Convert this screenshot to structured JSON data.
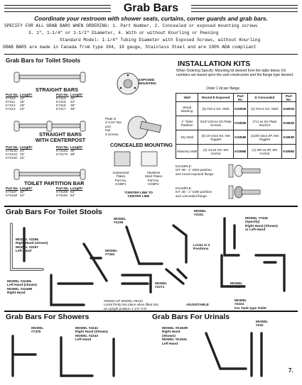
{
  "page": {
    "title": "Grab Bars",
    "subtitle": "Coordinate your restroom with shower seats, curtains, corner guards and grab bars.",
    "page_number": "7."
  },
  "spec": {
    "line1": "SPECIFY FOR ALL GRAB BARS WHEN ORDERING:  1. Part Number, 2. Concealed or exposed mounting screws",
    "line2": "3. 1\", 1-1/4\" or 1-1/2\" Diameter, 4. With or without Knurling or Peening",
    "line3": "Standard Model:  1-1/4\" Tubing Diameter with Exposed Screws, without Knurling",
    "line4": "GRAB BARS are made in Canada from type 304, 18 gauge, Stainless Steel and are 100% ADA  compliant"
  },
  "toilet_stools": {
    "heading": "Grab Bars for Toilet Stools",
    "straight": {
      "heading": "STRAIGHT BARS",
      "col_part": "Part No.",
      "col_length": "Length*",
      "left": [
        [
          "K7410",
          "12\""
        ],
        [
          "K7411",
          "16\""
        ],
        [
          "K7412",
          "18\""
        ],
        [
          "K7413",
          "24\""
        ]
      ],
      "right": [
        [
          "K7414",
          "32\""
        ],
        [
          "K7415",
          "42\""
        ],
        [
          "K7416",
          "36\""
        ],
        [
          "K7417",
          "48\""
        ]
      ]
    },
    "centerpost": {
      "heading": "STRAIGHT BARS\nWITH CENTERPOST",
      "col_part": "Part No.",
      "col_length": "Length*",
      "left": [
        [
          "K7413C",
          "24\""
        ],
        [
          "K7414C",
          "32\""
        ],
        [
          "K7415C",
          "42\""
        ]
      ],
      "right": [
        [
          "K7416C",
          "36\""
        ],
        [
          "K7417C",
          "48\""
        ]
      ]
    },
    "partition": {
      "heading": "TOILET PARTITION BAR",
      "col_part": "Part No.",
      "col_length": "Length*",
      "left": [
        [
          "K7418†",
          "42\""
        ],
        [
          "K7418Z",
          "42\""
        ]
      ],
      "right": [
        [
          "K7419S",
          "52\""
        ],
        [
          "K7419A",
          "54\""
        ]
      ]
    },
    "exposed_label": "EXPOSED\nMOUNTING",
    "plate_note": "Plate is\n3-1/16\" Dia\nand\nhas\n3 screws.",
    "concealed_heading": "CONCEALED MOUNTING",
    "galvanized": "Galvanized\nPlates\nPart No.\nKGBP1",
    "stainless": "Stainless\nSteel Plates\nPart No.\nKGBP2",
    "center_note": "*CENTER LINE TO\nCENTER LINE"
  },
  "installation": {
    "heading": "INSTALLATION KITS",
    "intro": "When Ordering Specify: Mounting kit desired from the table below. Kit numbers are based upon the wall construction and the flange type desired.",
    "order_note": "Order 1 kit per flange.",
    "headers": [
      "Wall",
      "Round E Exposed",
      "Part No.",
      "D Concealed",
      "Part No."
    ],
    "rows": [
      [
        "Wood Backing",
        "(3) #10-2 SS, SMS",
        "KGB1B",
        "(3) #10-2 SS, SMS",
        "KGB1D"
      ],
      [
        "1\" Toilet Partition",
        "3/16\"x1/8 ss SS Plate Screws",
        "KGB2B",
        "3\"x1 ss SS Plate Stud%4",
        "KGB2D"
      ],
      [
        "Dry Wall",
        "(3) 10-24x3 SS, MS Toggles",
        "KGB4B",
        "(1)3/8-16x3 ZP, MS Toggles",
        "KGB4D"
      ],
      [
        "Masonry Wall",
        "(3) 10-24 SS, MS Anchor",
        "KGB5B",
        "(1) 3/8-16 ZP, MS Anchor",
        "KGB5D"
      ]
    ],
    "example1": "EXAMPLE:\nKIT 2B - 1\" toilet partition\nand round exposed flange.",
    "example2": "EXAMPLE:\nKIT 2D - 1\" toilet partition\nand concealed flange."
  },
  "toilet_section": {
    "heading": "Grab Bars For Toilet Stools",
    "models": {
      "m2256": "MODEL #2256\nRight Hand (shown)\nMODEL #2257\nLeft Hand",
      "m7442": "MODEL\n#7442",
      "m2236": "MODEL\n#2236",
      "m2231": "MODEL\n#2231",
      "m7436": "MODEL #7436\n(Specify)\nRight Hand (Shown)\nor Left Hand",
      "m2245": "MODEL #2245L\nLeft Hand (shown)\nMODEL #2245R\nRight Hand",
      "m2271": "MODEL\n#2271",
      "m7472": "MODEL\n#7472",
      "m2224": "MODEL\n#2224\nFor Tank type Toilet",
      "lock_note": "Locks in 3\nPositions",
      "adjustable": "ADJUSTABLE",
      "swing_note": "SWING-UP MODEL #8410\nLocks firmly into place when lifted into\nan upright position 1-1/4\" O.D."
    }
  },
  "showers": {
    "heading": "Grab Bars For Showers",
    "m7475": "MODEL\n#7475",
    "m2242": "MODEL #2242\nRight Hand (Shown)\nMODEL #2243\nLeft Hand"
  },
  "urinals": {
    "heading": "Grab Bars For Urinals",
    "m262": "MODEL #K263R\nRight Hand\n(Shown)\nMODEL #K263L\nLeft Hand",
    "m232": "MODEL\n#232"
  }
}
